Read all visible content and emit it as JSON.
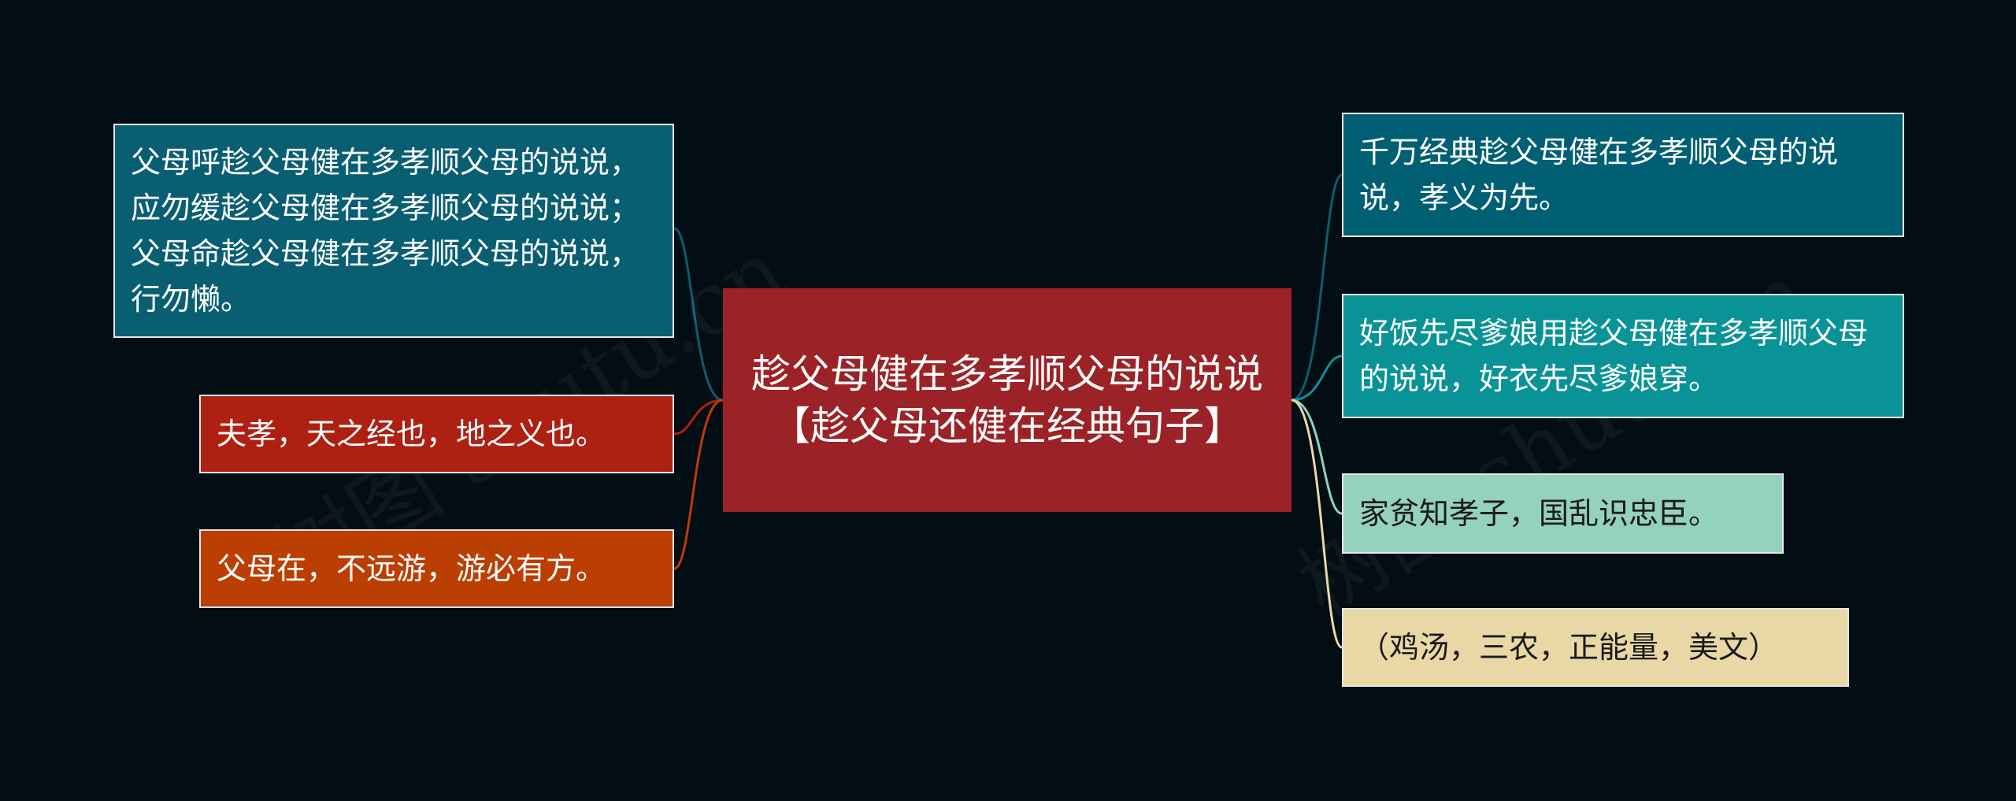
{
  "root": {
    "text": "趁父母健在多孝顺父母的说说【趁父母还健在经典句子】",
    "color": "#9b2226"
  },
  "left": [
    {
      "text": "父母呼趁父母健在多孝顺父母的说说，应勿缓趁父母健在多孝顺父母的说说；父母命趁父母健在多孝顺父母的说说，行勿懒。",
      "color": "#0a5e72",
      "link_color": "#0a5e72"
    },
    {
      "text": "夫孝，天之经也，地之义也。",
      "color": "#ae2012",
      "link_color": "#ae2012"
    },
    {
      "text": "父母在，不远游，游必有方。",
      "color": "#bb3e03",
      "link_color": "#bb3e03"
    }
  ],
  "right": [
    {
      "text": "千万经典趁父母健在多孝顺父母的说说，孝义为先。",
      "color": "#005f73",
      "text_color": "#ffffff",
      "link_color": "#0a5e72"
    },
    {
      "text": "好饭先尽爹娘用趁父母健在多孝顺父母的说说，好衣先尽爹娘穿。",
      "color": "#0a9396",
      "text_color": "#ffffff",
      "link_color": "#0a9396"
    },
    {
      "text": "家贫知孝子，国乱识忠臣。",
      "color": "#94d2bd",
      "text_color": "#1a1a1a",
      "link_color": "#94d2bd"
    },
    {
      "text": "（鸡汤，三农，正能量，美文）",
      "color": "#e9d8a6",
      "text_color": "#1a1a1a",
      "link_color": "#e9d8a6"
    }
  ],
  "watermarks": [
    "树图 shutu.cn",
    "树图 shutu.cn"
  ]
}
